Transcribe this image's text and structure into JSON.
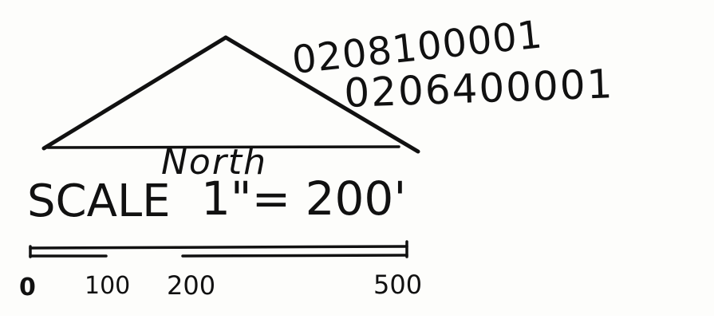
{
  "parcel_numbers": [
    "0208100001",
    "0206400001"
  ],
  "north_label": "North",
  "scale": {
    "label": "SCALE",
    "ratio": "1\"= 200'"
  },
  "scale_bar": {
    "ticks": [
      "0",
      "100",
      "200",
      "500"
    ]
  },
  "colors": {
    "ink": "#111111",
    "paper": "#fdfdfb"
  }
}
